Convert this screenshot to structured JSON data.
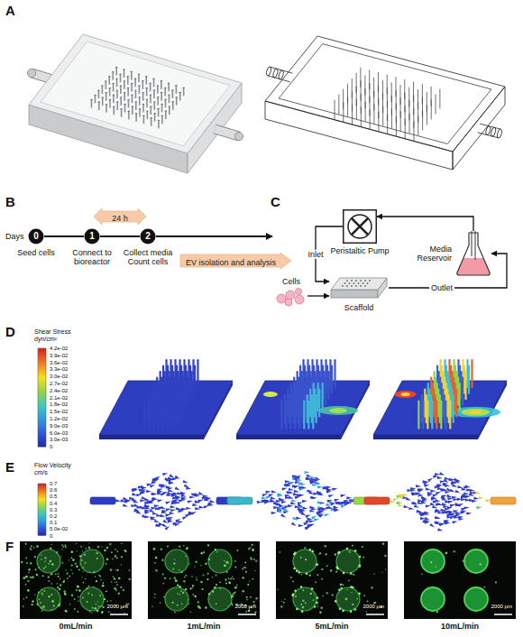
{
  "diagram": {
    "nodes": [
      {
        "text": [
          "0",
          "Seed cells"
        ]
      },
      {
        "text": [
          "1",
          "Connect to bioreactor"
        ]
      },
      {
        "text": [
          "2",
          "Collect media Count cells"
        ]
      },
      {
        "text": [
          "24 h"
        ]
      },
      {
        "text": [
          "EV isolation and analysis"
        ]
      },
      {
        "text": [
          "Peristaltic Pump"
        ]
      },
      {
        "text": [
          "Media Reservoir"
        ]
      },
      {
        "text": [
          "Cells"
        ]
      },
      {
        "text": [
          "Scaffold"
        ]
      }
    ],
    "edges": [
      {
        "from": 0,
        "to": 1,
        "arrow": "none"
      },
      {
        "from": 1,
        "to": 2,
        "arrow": "none"
      },
      {
        "from": 5,
        "to": 8,
        "arrow": "to",
        "label": "Inlet"
      },
      {
        "from": 8,
        "to": 6,
        "arrow": "to",
        "label": "Outlet"
      },
      {
        "from": 6,
        "to": 5,
        "arrow": "to"
      },
      {
        "from": 7,
        "to": 8,
        "arrow": "to"
      }
    ],
    "labels": [
      "A",
      "B",
      "Days",
      "C",
      "D",
      "Shear Stress dyn/cm²",
      "4.2e-02",
      "3.9e-02",
      "3.6e-02",
      "3.3e-02",
      "3.0e-02",
      "2.7e-02",
      "2.4e-02",
      "2.1e-02",
      "1.8e-02",
      "1.5e-02",
      "1.2e-02",
      "9.0e-03",
      "6.0e-03",
      "3.0e-03",
      "0",
      "E",
      "Flow Velocity cm/s",
      "0.7",
      "0.6",
      "0.5",
      "0.4",
      "0.3",
      "0.2",
      "0.1",
      "5.0e-02",
      "0",
      "F",
      "2000 μm",
      "0mL/min",
      "2000 μm",
      "1mL/min",
      "2000 μm",
      "5mL/min",
      "2000 μm",
      "10mL/min"
    ]
  }
}
